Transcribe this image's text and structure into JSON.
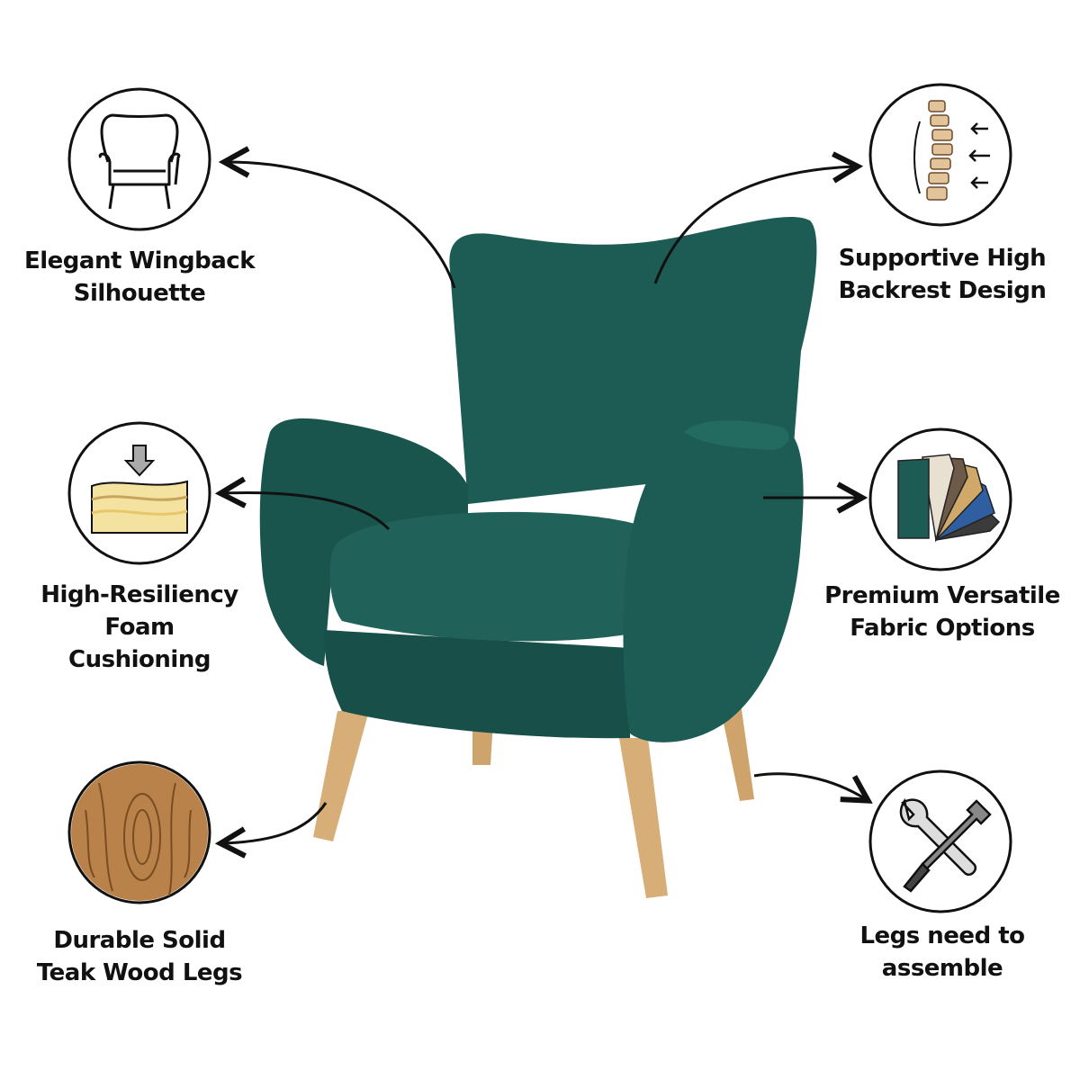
{
  "features": [
    {
      "id": "wingback",
      "icon": "wingback-chair-icon",
      "lines": [
        "Elegant Wingback",
        "Silhouette"
      ]
    },
    {
      "id": "foam",
      "icon": "foam-layers-icon",
      "lines": [
        "High-Resiliency",
        "Foam",
        "Cushioning"
      ]
    },
    {
      "id": "wood",
      "icon": "wood-grain-icon",
      "lines": [
        "Durable Solid",
        "Teak Wood Legs"
      ]
    },
    {
      "id": "backrest",
      "icon": "spine-support-icon",
      "lines": [
        "Supportive High",
        "Backrest Design"
      ]
    },
    {
      "id": "fabric",
      "icon": "fabric-swatches-icon",
      "lines": [
        "Premium Versatile",
        "Fabric Options"
      ]
    },
    {
      "id": "assembly",
      "icon": "wrench-screwdriver-icon",
      "lines": [
        "Legs need to",
        "assemble"
      ]
    }
  ],
  "colors": {
    "upholstery": "#1d5c54",
    "upholstery_dark": "#164a43",
    "legs": "#d8ae78",
    "text": "#111111"
  }
}
